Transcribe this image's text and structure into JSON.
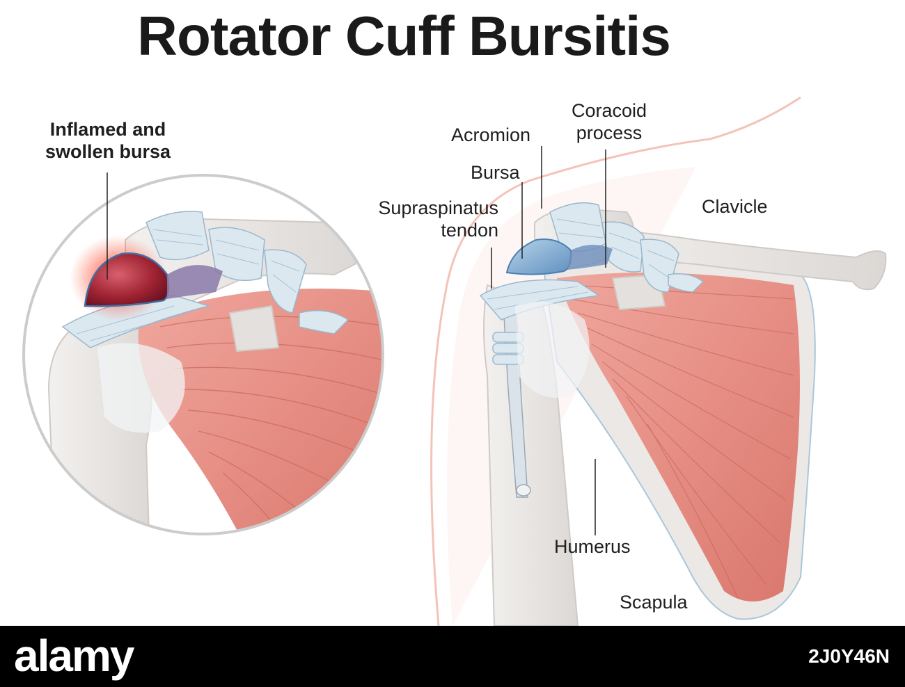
{
  "title": "Rotator Cuff Bursitis",
  "labels": {
    "inflamed": [
      "Inflamed and",
      "swollen bursa"
    ],
    "coracoid": [
      "Coracoid",
      "process"
    ],
    "acromion": "Acromion",
    "bursa": "Bursa",
    "supraspinatus": [
      "Supraspinatus",
      "tendon"
    ],
    "clavicle": "Clavicle",
    "humerus": "Humerus",
    "scapula": "Scapula"
  },
  "footer": {
    "brand": "alamy",
    "code": "2J0Y46N"
  },
  "colors": {
    "muscle": "#e7948a",
    "muscle_dark": "#c9675e",
    "bone": "#ebe8e5",
    "ligament": "#dbe8f0",
    "bursa_normal": "#7ea9cf",
    "bursa_inflamed": "#a02433",
    "inflammation_glow": "#ff2a1a",
    "skin_outline": "#f4c3b8",
    "circle_border": "#cccccc"
  }
}
